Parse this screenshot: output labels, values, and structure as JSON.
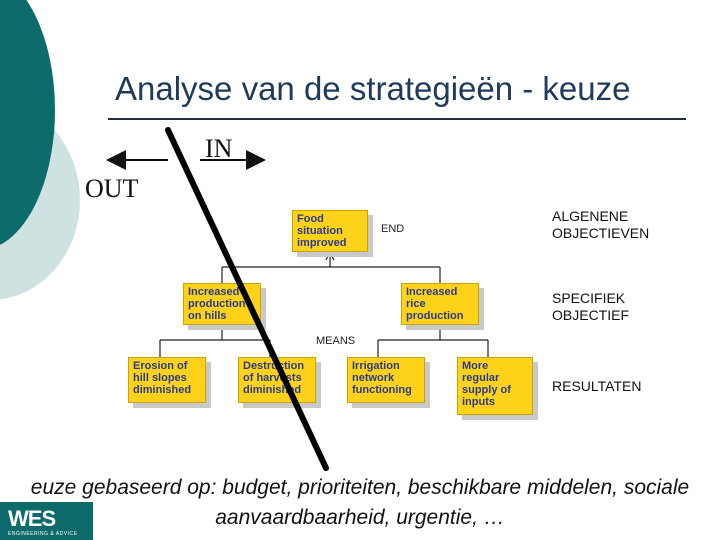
{
  "title": "Analyse van de strategieën - keuze",
  "arrows": {
    "in_label": "IN",
    "out_label": "OUT"
  },
  "tree": {
    "end_label": "END",
    "means_label": "MEANS",
    "top": {
      "lines": [
        "Food",
        "situation",
        "improved"
      ]
    },
    "mid": [
      {
        "lines": [
          "Increased",
          "production",
          "on hills"
        ]
      },
      {
        "lines": [
          "Increased",
          "rice",
          "production"
        ]
      }
    ],
    "bottom": [
      {
        "lines": [
          "Erosion of",
          "hill slopes",
          "diminished"
        ]
      },
      {
        "lines": [
          "Destruction",
          "of harvests",
          "diminished"
        ]
      },
      {
        "lines": [
          "Irrigation",
          "network",
          "functioning"
        ]
      },
      {
        "lines": [
          "More",
          "regular",
          "supply of",
          "inputs"
        ]
      }
    ]
  },
  "side_labels": [
    {
      "lines": [
        "ALGENENE",
        "OBJECTIEVEN"
      ]
    },
    {
      "lines": [
        "SPECIFIEK",
        "OBJECTIEF"
      ]
    },
    {
      "lines": [
        "RESULTATEN"
      ]
    }
  ],
  "bottom_text": {
    "line1": "euze gebaseerd op: budget, prioriteiten, beschikbare middelen, sociale",
    "line2": "aanvaardbaarheid, urgentie, …"
  },
  "logo": {
    "text": "WES",
    "subtext": "ENGINEERING & ADVICE"
  },
  "colors": {
    "teal_dark": "#0d6b6b",
    "teal_light": "#cfe2e2",
    "box_fill": "#ffd21a",
    "box_text": "#2a3b8f",
    "title": "#1f3a5a"
  }
}
